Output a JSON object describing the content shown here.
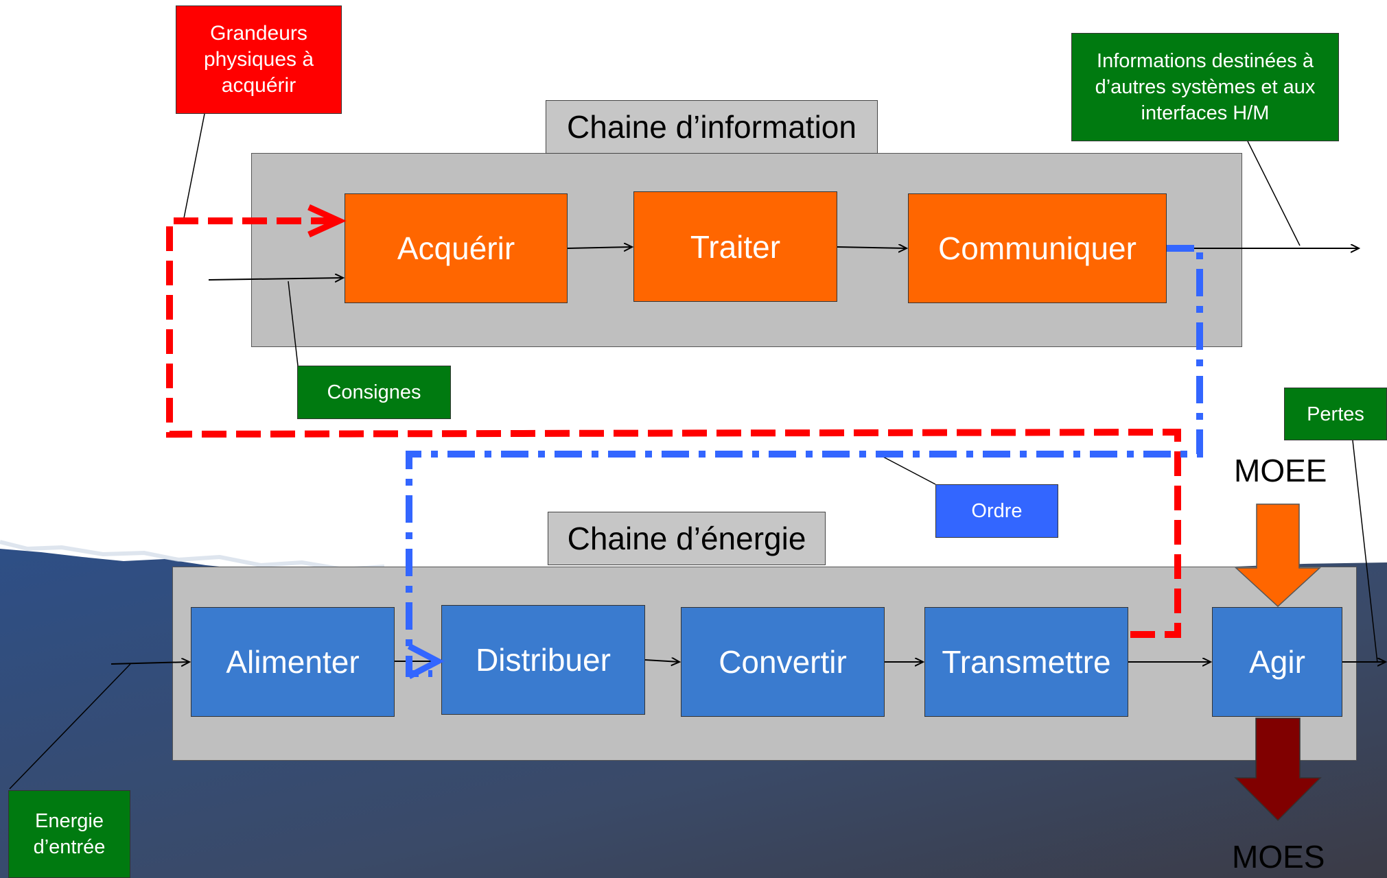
{
  "info_chain": {
    "title": "Chaine d’information",
    "functions": {
      "acquire": "Acquérir",
      "process": "Traiter",
      "communicate": "Communiquer"
    }
  },
  "energy_chain": {
    "title": "Chaine d’énergie",
    "functions": {
      "supply": "Alimenter",
      "distribute": "Distribuer",
      "convert": "Convertir",
      "transmit": "Transmettre",
      "act": "Agir"
    }
  },
  "notes": {
    "physical_quantities": "Grandeurs physiques à acquérir",
    "outgoing_info": "Informations destinées à d’autres systèmes et aux interfaces H/M",
    "setpoints": "Consignes",
    "order": "Ordre",
    "losses": "Pertes",
    "input_energy": "Energie d’entrée"
  },
  "labels": {
    "moee": "MOEE",
    "moes": "MOES"
  },
  "colors": {
    "info_function": "#ff6600",
    "energy_function": "#3a7bcf",
    "acquisition_loop": "#ff0000",
    "order_path": "#3366ff",
    "note_green": "#007a10",
    "moes_arrow": "#800000"
  }
}
